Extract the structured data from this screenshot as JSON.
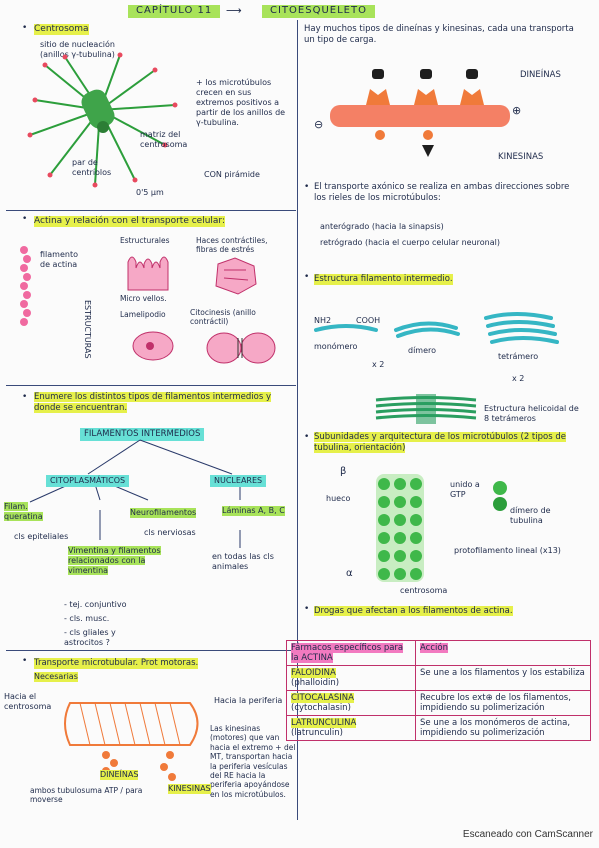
{
  "header": {
    "chapter": "CAPÍTULO 11",
    "topic": "CITOESQUELETO"
  },
  "left": {
    "centrosoma": {
      "title": "Centrosoma",
      "nucleation": "sitio de nucleación (anillos γ-tubulina)",
      "plus_ends": "+ los microtúbulos crecen en sus extremos positivos a partir de los anillos de γ-tubulina.",
      "matrix": "matriz del centrosoma",
      "centrioles": "par de centríolos",
      "scale": "0'5 μm",
      "pyramid": "CON pirámide"
    },
    "actina": {
      "heading": "Actina y relación con el transporte celular:",
      "filament": "filamento de actina",
      "vertical": "ESTRUCTURAS",
      "cell1_label": "Estructurales",
      "cell1_caption": "Micro vellos.",
      "cell2_label": "Haces contráctiles, fibras de estrés",
      "cell3_label": "Lamelipodio",
      "cell4_label": "Citocinesis (anillo contráctil)"
    },
    "intermedios": {
      "question": "Enumere los distintos tipos de filamentos intermedios y donde se encuentran.",
      "root": "FILAMENTOS INTERMEDIOS",
      "cito": "CITOPLASMÁTICOS",
      "nucl": "NUCLEARES",
      "queratina": "Filam. queratina",
      "queratina_where": "cls epiteliales",
      "neuro": "Neurofilamentos",
      "neuro_where": "cls nerviosas",
      "laminas": "Láminas A, B, C",
      "laminas_where": "en todas las cls animales",
      "vimentina": "Vimentina y filamentos relacionados con la vimentina",
      "vim_items": [
        "- tej. conjuntivo",
        "- cls. musc.",
        "- cls gliales y astrocitos ?"
      ]
    },
    "transporte": {
      "heading": "Transporte microtubular. Prot motoras.",
      "necesarias": "Necesarias",
      "hacia_centro": "Hacia el centrosoma",
      "hacia_periferia": "Hacia la periferia",
      "kinesinas_text": "Las kinesinas (motores) que van hacia el extremo + del MT, transportan hacia la periferia vesículas del RE hacia la periferia apoyándose en los microtúbulos.",
      "dineinas": "DINEÍNAS",
      "kinesinas": "KINESINAS",
      "bottom": "ambos tubulosuma ATP / para moverse"
    }
  },
  "right": {
    "top_text": "Hay muchos tipos de dineínas y kinesinas, cada una transporta un tipo de carga.",
    "dineinas": "DINEÍNAS",
    "kinesinas": "KINESINAS",
    "minus": "⊖",
    "plus": "⊕",
    "axonal": {
      "text": "El transporte axónico se realiza en ambas direcciones sobre los rieles de los microtúbulos:",
      "antero": "anterógrado (hacia la sinapsis)",
      "retro": "retrógrado (hacia el cuerpo celular neuronal)"
    },
    "estructura": {
      "heading": "Estructura filamento intermedio.",
      "nh2": "NH2",
      "cooh": "COOH",
      "monomero": "monómero",
      "dimero": "dímero",
      "tetramero": "tetrámero",
      "x2a": "x 2",
      "x2b": "x 2",
      "caption": "Estructura helicoidal de 8 tetrámeros"
    },
    "subunidades": {
      "heading": "Subunidades y arquitectura de los microtúbulos (2 tipos de tubulina, orientación)",
      "beta": "β",
      "alpha": "α",
      "hueco": "hueco",
      "unido": "unido a GTP",
      "dimero": "dímero de tubulina",
      "protofilamento": "protofilamento lineal (x13)",
      "centrosoma": "centrosoma"
    },
    "drogas": {
      "heading": "Drogas que afectan a los filamentos de actina.",
      "col1": "Fármacos específicos para la ACTINA",
      "col2": "Acción",
      "rows": [
        {
          "drug": "FALOIDINA",
          "sub": "(phalloidin)",
          "action": "Se une a los filamentos y los estabiliza"
        },
        {
          "drug": "CITOCALASINA",
          "sub": "(cytochalasin)",
          "action": "Recubre los ext⊕ de los filamentos, impidiendo su polimerización"
        },
        {
          "drug": "LATRUNCULINA",
          "sub": "(latrunculin)",
          "action": "Se une a los monómeros de actina, impidiendo su polimerización"
        }
      ]
    }
  },
  "footer": {
    "scanner": "Escaneado con CamScanner"
  }
}
